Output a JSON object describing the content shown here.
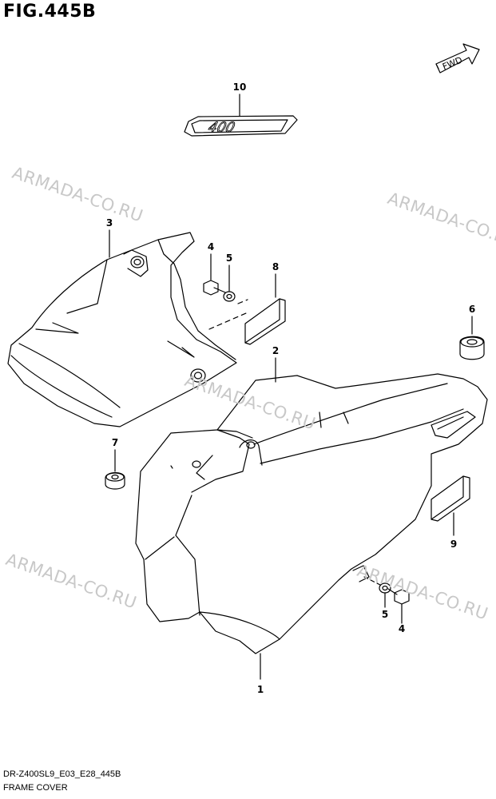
{
  "figure": {
    "title": "FIG.445B",
    "code": "DR-Z400SL9_E03_E28_445B",
    "name": "FRAME COVER",
    "fwd_label": "FWD",
    "emblem_text": "400"
  },
  "watermark": "ARMADA-CO.RU",
  "callouts": {
    "part_1": "1",
    "part_2": "2",
    "part_3": "3",
    "part_4_upper": "4",
    "part_4_lower": "4",
    "part_5_upper": "5",
    "part_5_lower": "5",
    "part_6": "6",
    "part_7": "7",
    "part_8": "8",
    "part_9": "9",
    "part_10": "10"
  }
}
